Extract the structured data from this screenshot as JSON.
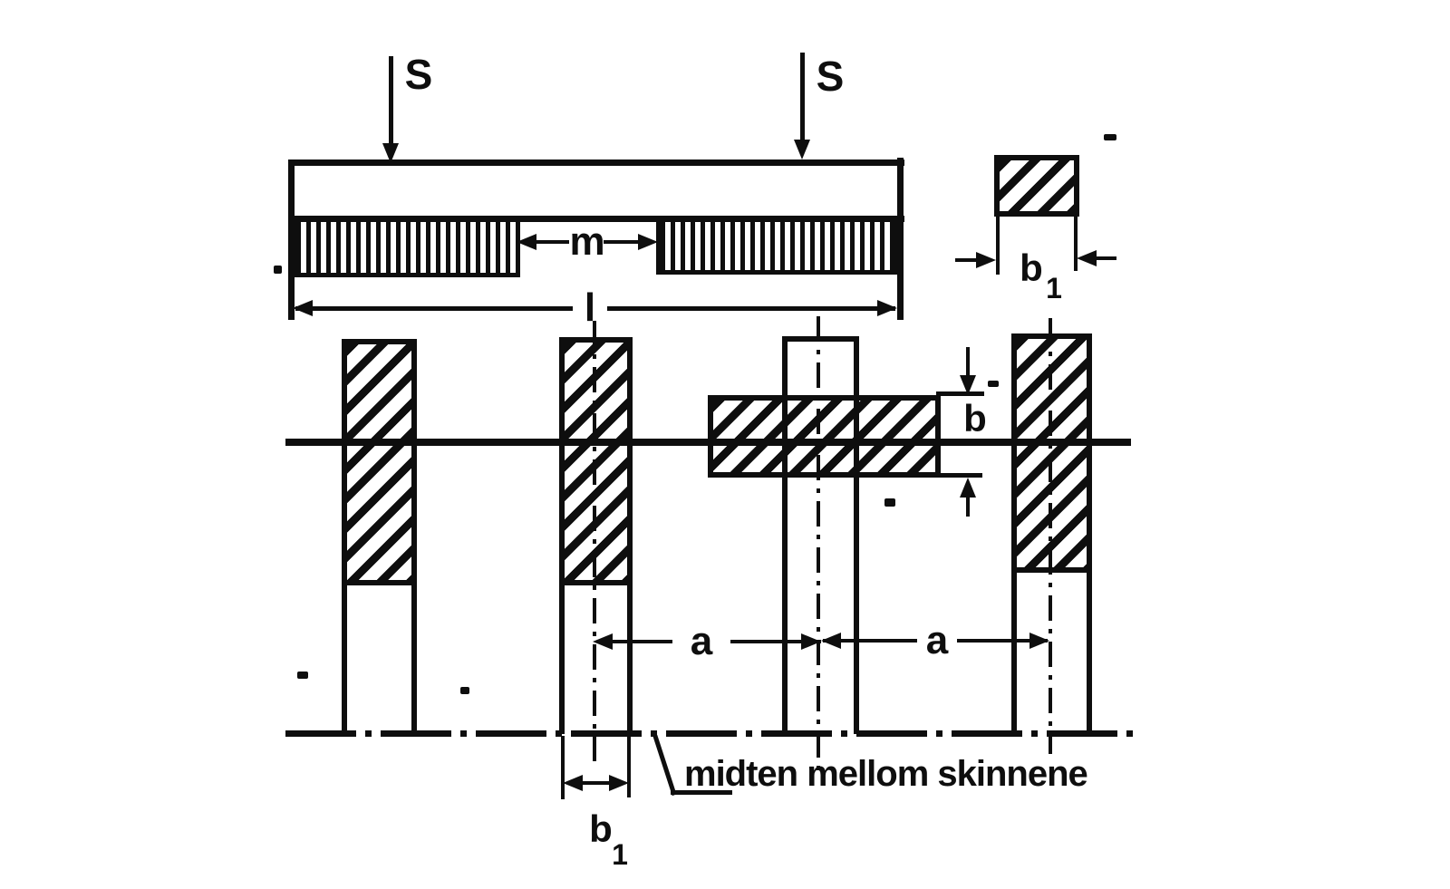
{
  "diagram": {
    "top_view": {
      "force_label_left": "S",
      "force_label_right": "S",
      "gap_label": "m",
      "length_label": "l"
    },
    "cross_section": {
      "width_base": "b",
      "width_sub": "1"
    },
    "elevation": {
      "height_label": "b",
      "spacing_left": "a",
      "spacing_right": "a",
      "width_base": "b",
      "width_sub": "1",
      "note": "midten mellom skinnene"
    }
  }
}
